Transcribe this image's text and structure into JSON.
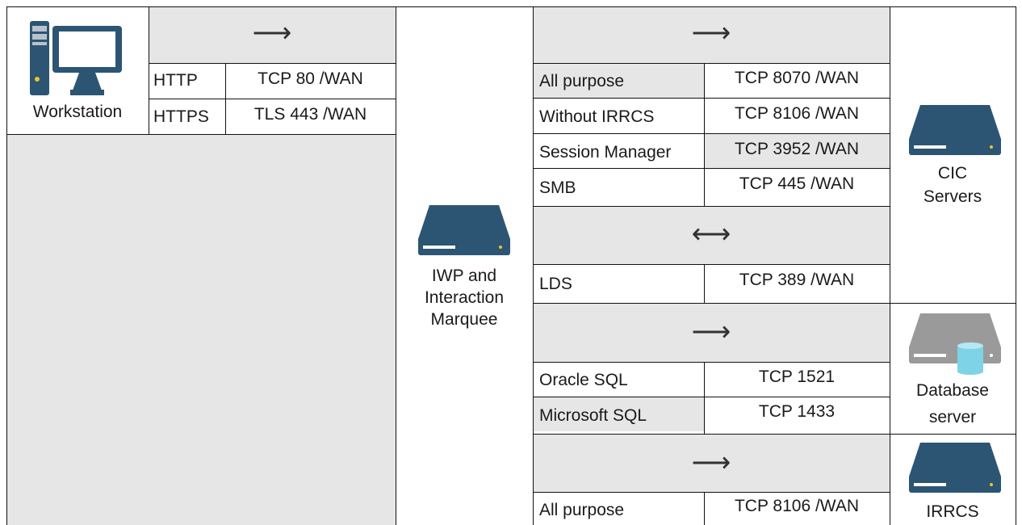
{
  "workstation": {
    "label": "Workstation",
    "icon": "workstation-icon"
  },
  "web_section": {
    "arrow": "⟶",
    "rows": [
      {
        "protocol": "HTTP",
        "port": "TCP 80 /WAN"
      },
      {
        "protocol": "HTTPS",
        "port": "TLS 443 /WAN"
      }
    ]
  },
  "iwp": {
    "label_line1": "IWP and",
    "label_line2": "Interaction",
    "label_line3": "Marquee",
    "icon": "server-icon"
  },
  "cic_section": {
    "arrow": "⟶",
    "rows": [
      {
        "purpose": "All purpose",
        "port": "TCP 8070 /WAN"
      },
      {
        "purpose": "Without IRRCS",
        "port": "TCP 8106 /WAN"
      },
      {
        "purpose": "Session Manager",
        "port": "TCP 3952 /WAN"
      },
      {
        "purpose": "SMB",
        "port": "TCP 445 /WAN"
      }
    ],
    "bidir_arrow": "⟷",
    "lds_row": {
      "purpose": "LDS",
      "port": "TCP 389 /WAN"
    }
  },
  "cic_servers": {
    "label_line1": "CIC",
    "label_line2": "Servers",
    "icon": "server-icon"
  },
  "db_section": {
    "arrow": "⟶",
    "rows": [
      {
        "purpose": "Oracle SQL",
        "port": "TCP 1521"
      },
      {
        "purpose": "Microsoft SQL",
        "port": "TCP 1433"
      }
    ]
  },
  "database_server": {
    "label_line1": "Database",
    "label_line2": "server",
    "icon": "database-server-icon"
  },
  "irrcs_section": {
    "arrow": "⟶",
    "rows": [
      {
        "purpose": "All purpose",
        "port": "TCP 8106 /WAN"
      }
    ]
  },
  "irrcs": {
    "label": "IRRCS",
    "icon": "server-icon"
  },
  "colors": {
    "server_blue": "#2c5573",
    "db_gray": "#9a9a9a",
    "db_cyan": "#7fd3e6",
    "cell_gray": "#e6e6e6",
    "accent_yellow": "#f2c12e"
  }
}
